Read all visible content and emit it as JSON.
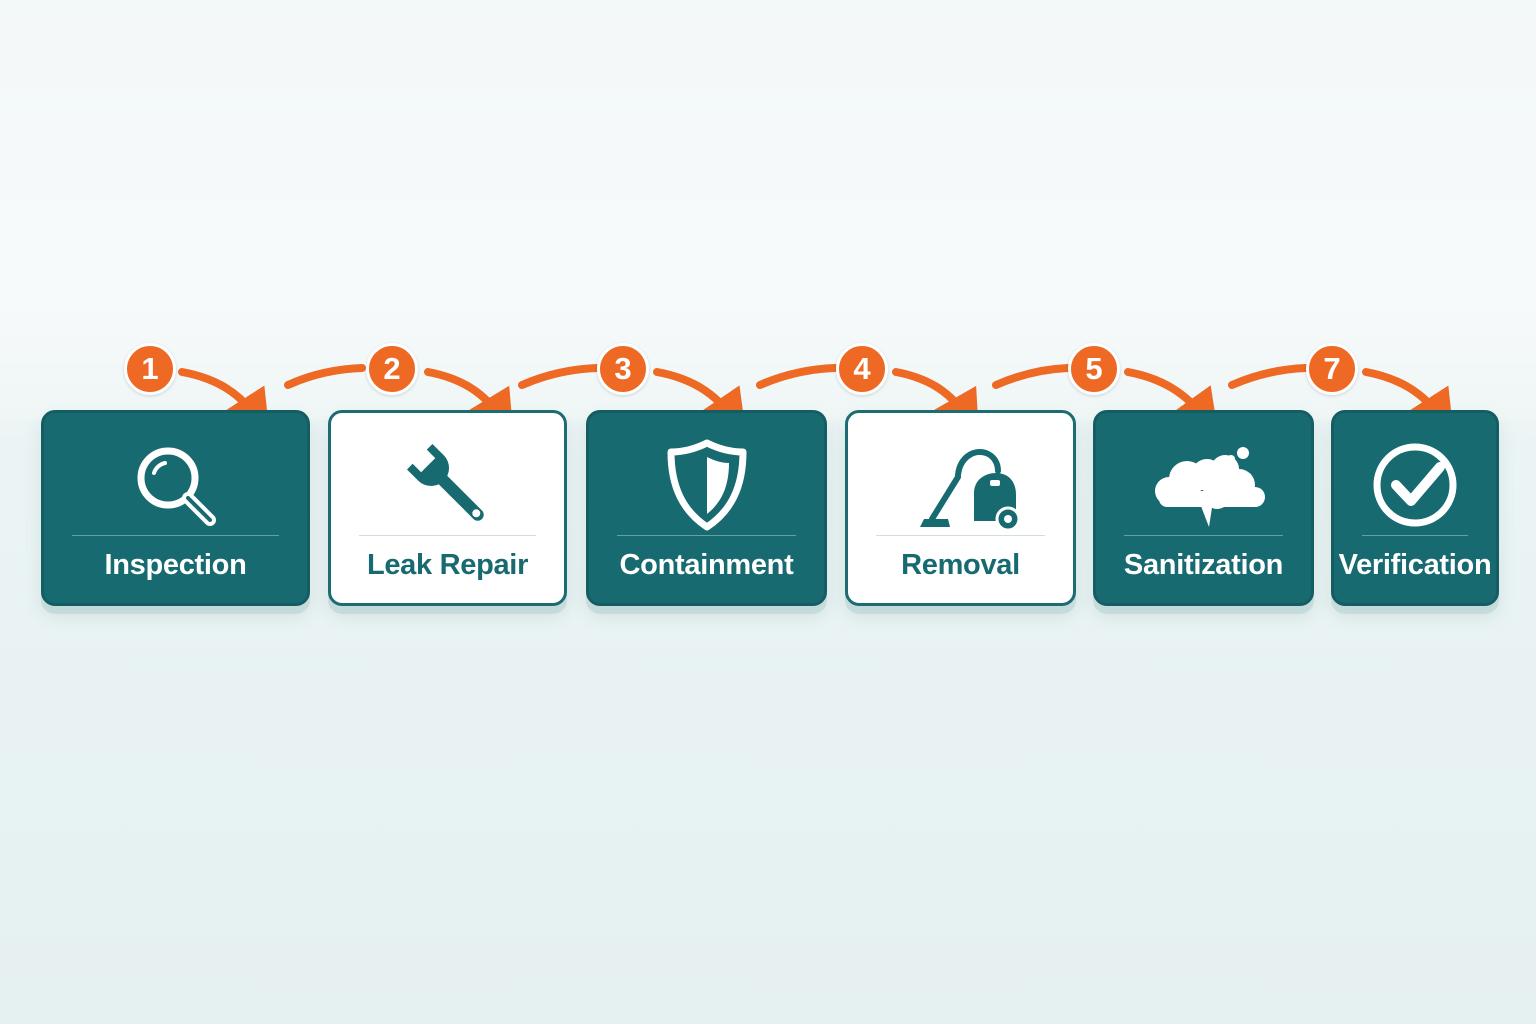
{
  "steps": [
    {
      "number": "1",
      "label": "Inspection",
      "icon": "magnifier-icon",
      "style": "dark"
    },
    {
      "number": "2",
      "label": "Leak Repair",
      "icon": "wrench-icon",
      "style": "light"
    },
    {
      "number": "3",
      "label": "Containment",
      "icon": "shield-icon",
      "style": "dark"
    },
    {
      "number": "4",
      "label": "Removal",
      "icon": "vacuum-icon",
      "style": "light"
    },
    {
      "number": "5",
      "label": "Sanitization",
      "icon": "cloud-icon",
      "style": "dark"
    },
    {
      "number": "7",
      "label": "Verification",
      "icon": "check-circle-icon",
      "style": "dark"
    }
  ],
  "colors": {
    "teal": "#176a70",
    "orange": "#ee6a24",
    "white": "#ffffff"
  }
}
